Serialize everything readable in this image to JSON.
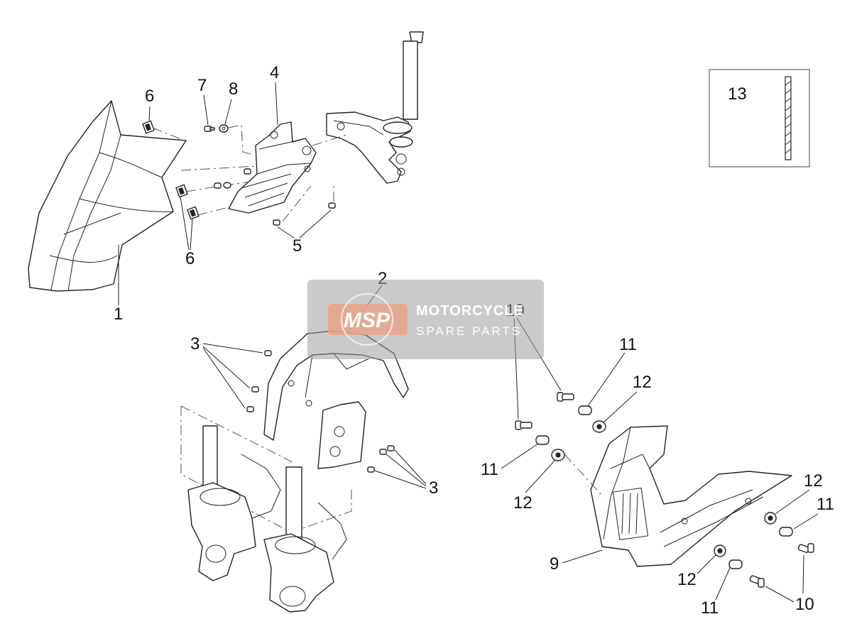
{
  "callouts": {
    "c1": "1",
    "c2": "2",
    "c3a": "3",
    "c3b": "3",
    "c4": "4",
    "c5": "5",
    "c6a": "6",
    "c6b": "6",
    "c7": "7",
    "c8": "8",
    "c9": "9",
    "c10a": "10",
    "c10b": "10",
    "c11a": "11",
    "c11b": "11",
    "c11c": "11",
    "c11d": "11",
    "c12a": "12",
    "c12b": "12",
    "c12c": "12",
    "c12d": "12",
    "c13": "13"
  },
  "watermark": {
    "logo": "MSP",
    "line1": "MOTORCYCLE",
    "line2": "SPARE PARTS",
    "color": "#9e9e9e",
    "logo_color": "#e8a48a"
  }
}
